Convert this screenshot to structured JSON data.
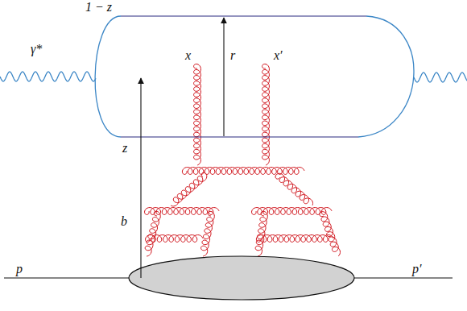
{
  "diagram": {
    "labels": [
      "1 − z",
      "γ*",
      "x",
      "r",
      "x′",
      "z",
      "b",
      "p",
      "p′"
    ]
  }
}
